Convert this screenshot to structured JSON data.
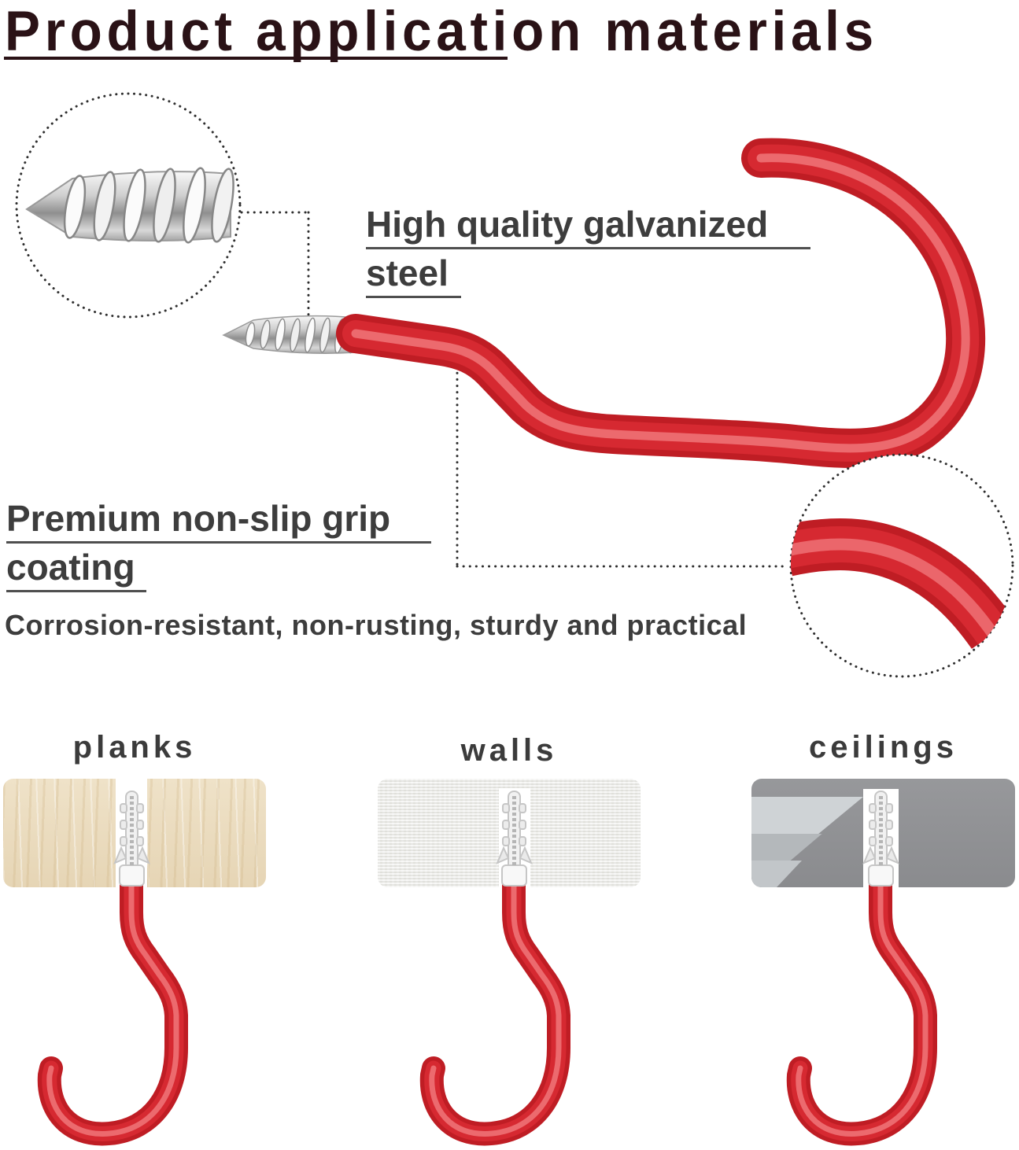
{
  "title": {
    "text": "Product application materials"
  },
  "callouts": {
    "galvanized": {
      "line1": "High quality galvanized",
      "line2": "steel"
    },
    "coating": {
      "line1": "Premium non-slip grip",
      "line2": "coating"
    },
    "tagline": "Corrosion-resistant, non-rusting, sturdy and practical"
  },
  "panels": [
    {
      "label": "planks"
    },
    {
      "label": "walls"
    },
    {
      "label": "ceilings"
    }
  ],
  "icons": {
    "screw_zoom": "dotted-zoom-circle",
    "coating_zoom": "dotted-zoom-circle",
    "leader_lines": "dotted-leader",
    "product": "red-coated-screw-hook",
    "anchor": "wall-anchor-dowel"
  },
  "colors": {
    "title": "#2a1216",
    "heading": "#3d3d3d",
    "red_base": "#bf1d24",
    "red_mid": "#d62931",
    "red_highlight": "#ee7176",
    "wood": "#e9dcc1",
    "wall": "#ebebe8",
    "ceiling": "#919295",
    "steel_light": "#f6f6f6",
    "steel_dark": "#999999"
  }
}
